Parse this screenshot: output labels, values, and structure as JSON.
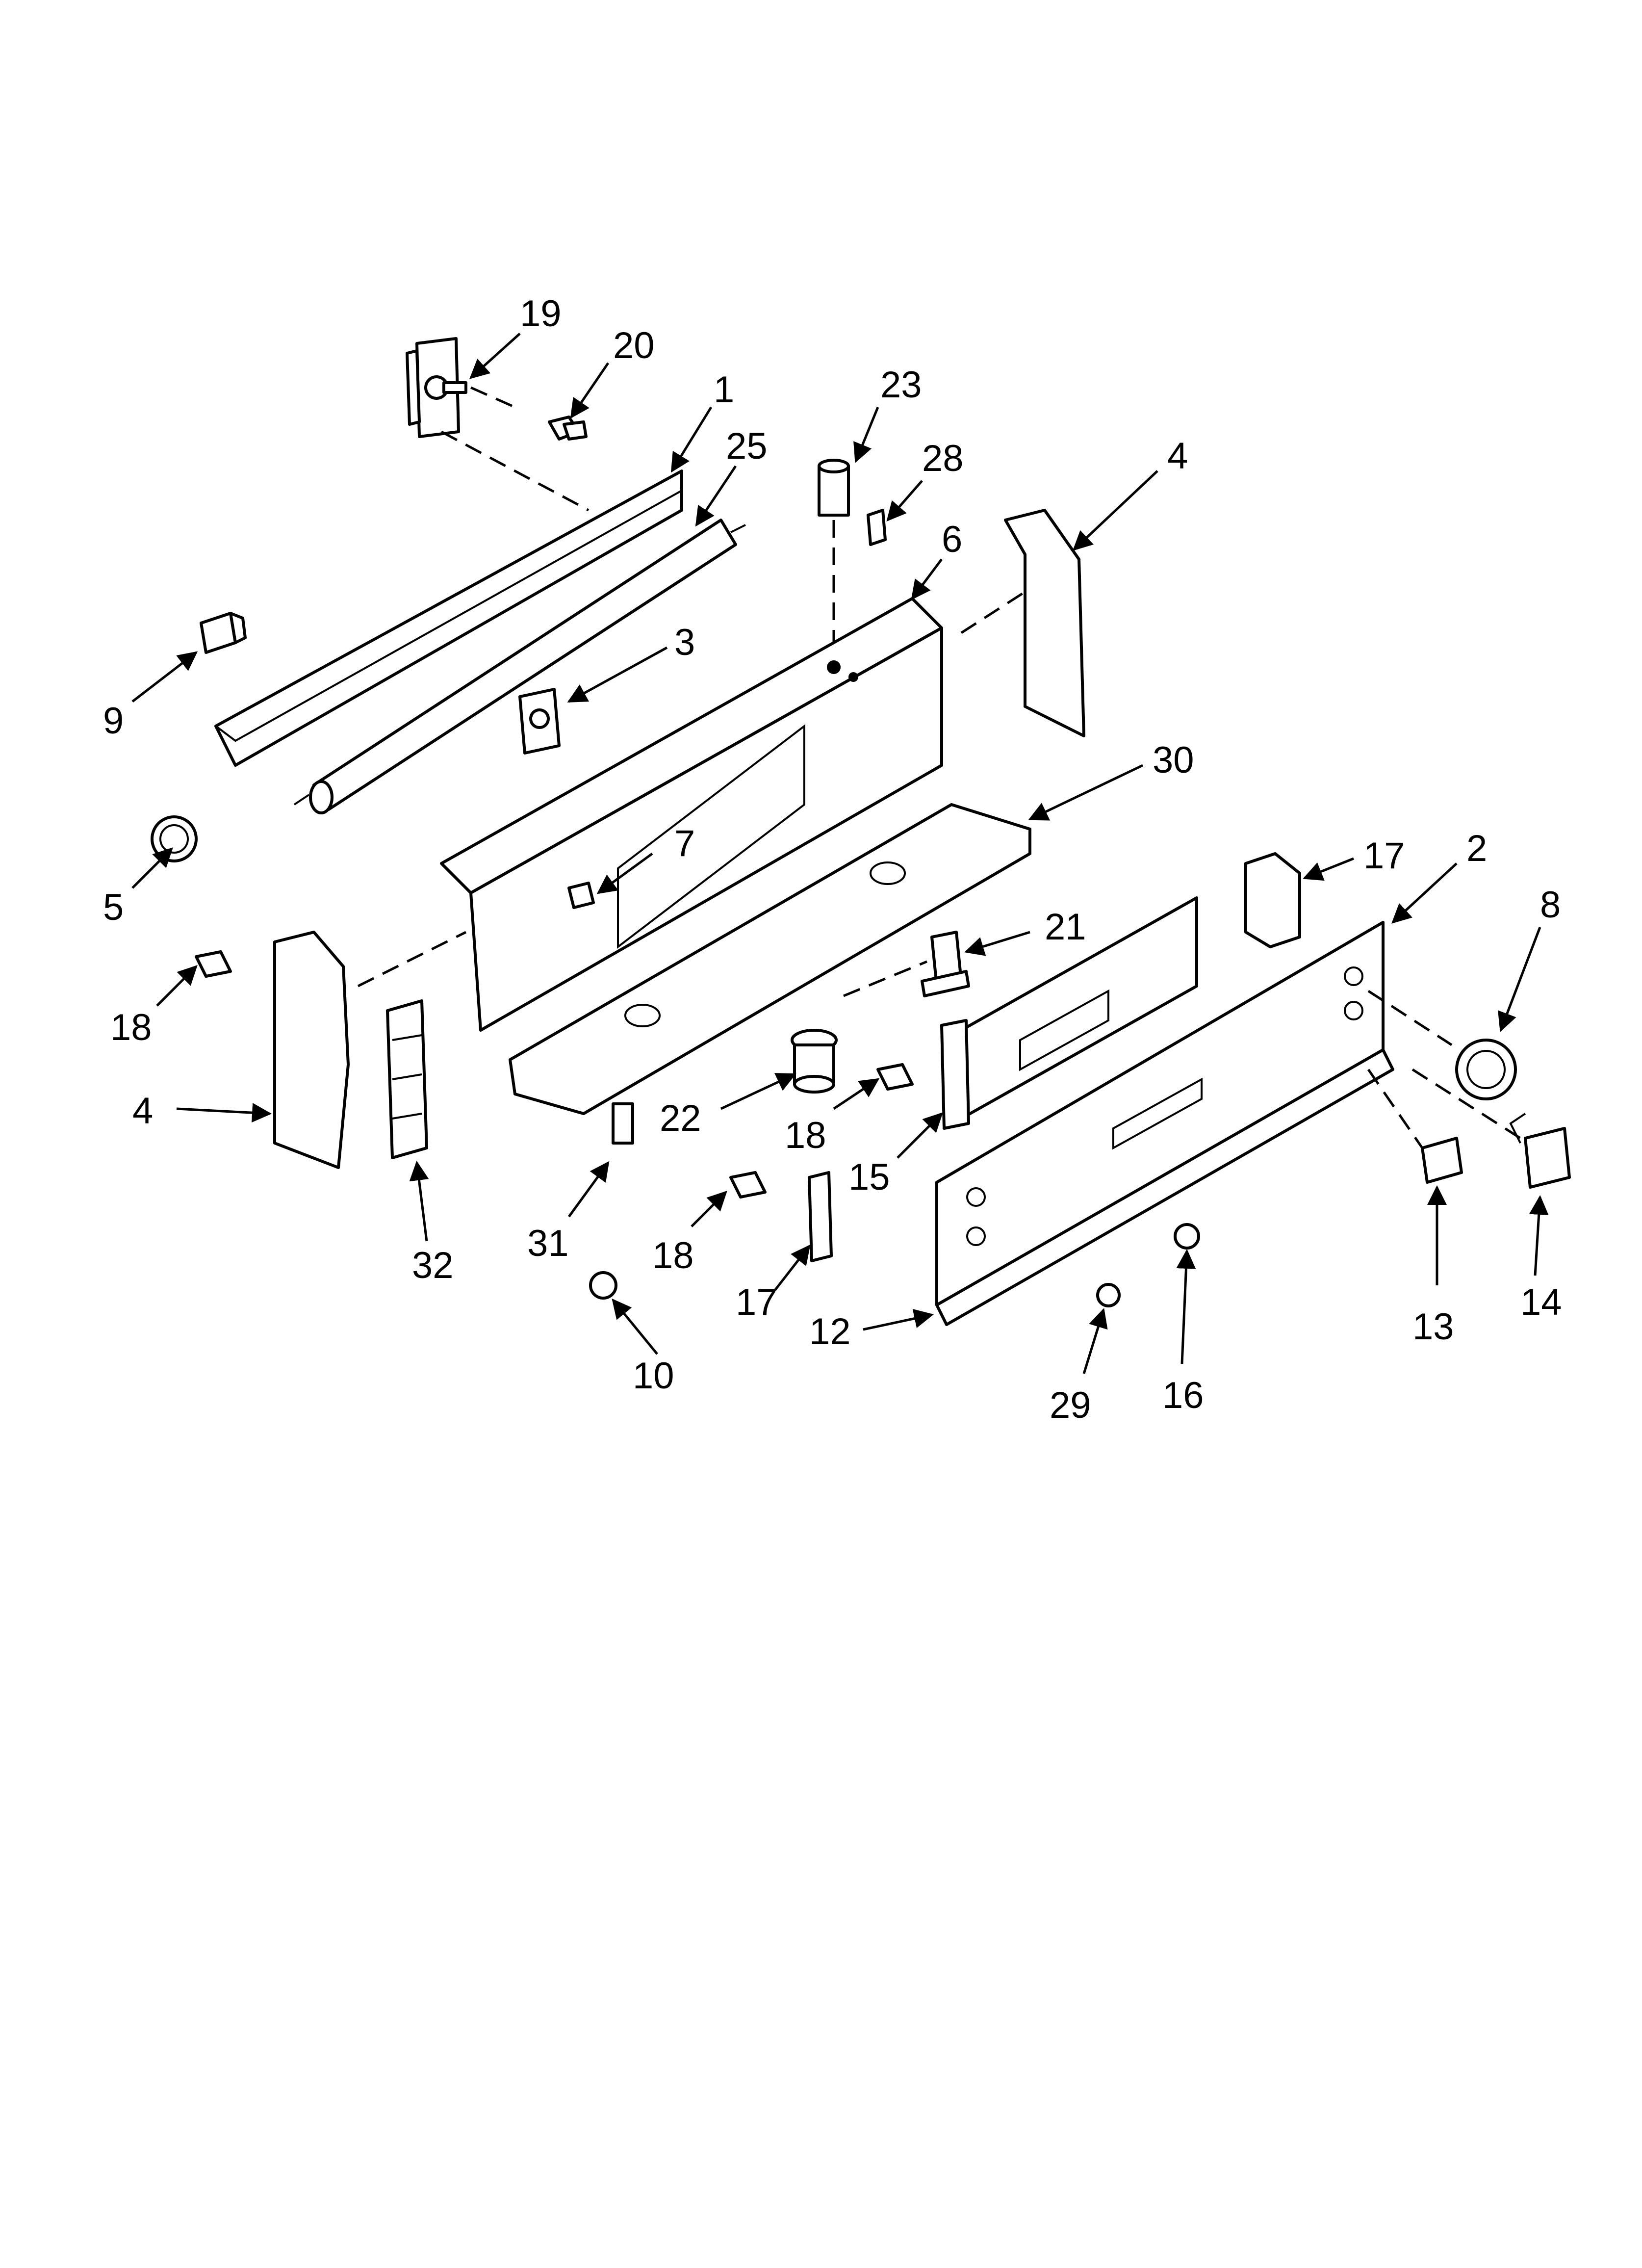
{
  "callouts": [
    {
      "id": "c19",
      "text": "19"
    },
    {
      "id": "c20",
      "text": "20"
    },
    {
      "id": "c1",
      "text": "1"
    },
    {
      "id": "c23",
      "text": "23"
    },
    {
      "id": "c25",
      "text": "25"
    },
    {
      "id": "c28",
      "text": "28"
    },
    {
      "id": "c4a",
      "text": "4"
    },
    {
      "id": "c6",
      "text": "6"
    },
    {
      "id": "c3",
      "text": "3"
    },
    {
      "id": "c9",
      "text": "9"
    },
    {
      "id": "c30",
      "text": "30"
    },
    {
      "id": "c7",
      "text": "7"
    },
    {
      "id": "c5",
      "text": "5"
    },
    {
      "id": "c17a",
      "text": "17"
    },
    {
      "id": "c2",
      "text": "2"
    },
    {
      "id": "c8",
      "text": "8"
    },
    {
      "id": "c21",
      "text": "21"
    },
    {
      "id": "c18a",
      "text": "18"
    },
    {
      "id": "c4b",
      "text": "4"
    },
    {
      "id": "c22",
      "text": "22"
    },
    {
      "id": "c18b",
      "text": "18"
    },
    {
      "id": "c15",
      "text": "15"
    },
    {
      "id": "c31",
      "text": "31"
    },
    {
      "id": "c32",
      "text": "32"
    },
    {
      "id": "c18c",
      "text": "18"
    },
    {
      "id": "c17b",
      "text": "17"
    },
    {
      "id": "c13",
      "text": "13"
    },
    {
      "id": "c14",
      "text": "14"
    },
    {
      "id": "c12",
      "text": "12"
    },
    {
      "id": "c10",
      "text": "10"
    },
    {
      "id": "c29",
      "text": "29"
    },
    {
      "id": "c16",
      "text": "16"
    }
  ]
}
